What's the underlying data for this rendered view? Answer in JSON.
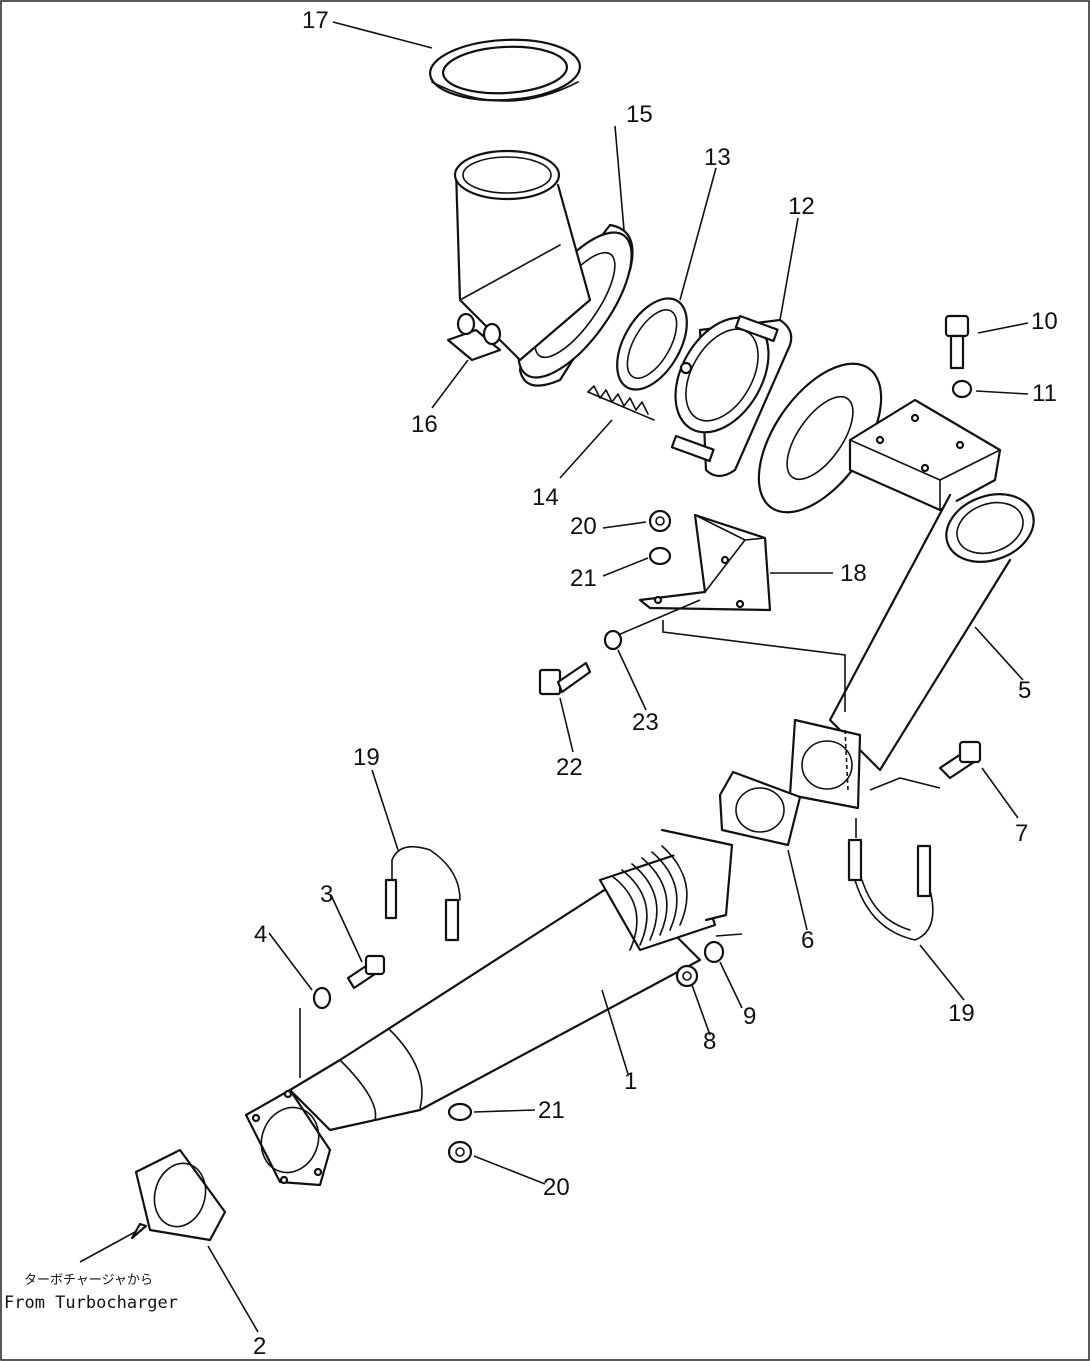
{
  "callouts": {
    "c1": "1",
    "c2": "2",
    "c3": "3",
    "c4": "4",
    "c5": "5",
    "c6": "6",
    "c7": "7",
    "c8": "8",
    "c9": "9",
    "c10": "10",
    "c11": "11",
    "c12": "12",
    "c13": "13",
    "c14": "14",
    "c15": "15",
    "c16": "16",
    "c17": "17",
    "c18": "18",
    "c19a": "19",
    "c19b": "19",
    "c20a": "20",
    "c20b": "20",
    "c21a": "21",
    "c21b": "21",
    "c22": "22",
    "c23": "23"
  },
  "notes": {
    "inlet_jp": "ターボチャージャから",
    "inlet_en": "From Turbocharger"
  }
}
